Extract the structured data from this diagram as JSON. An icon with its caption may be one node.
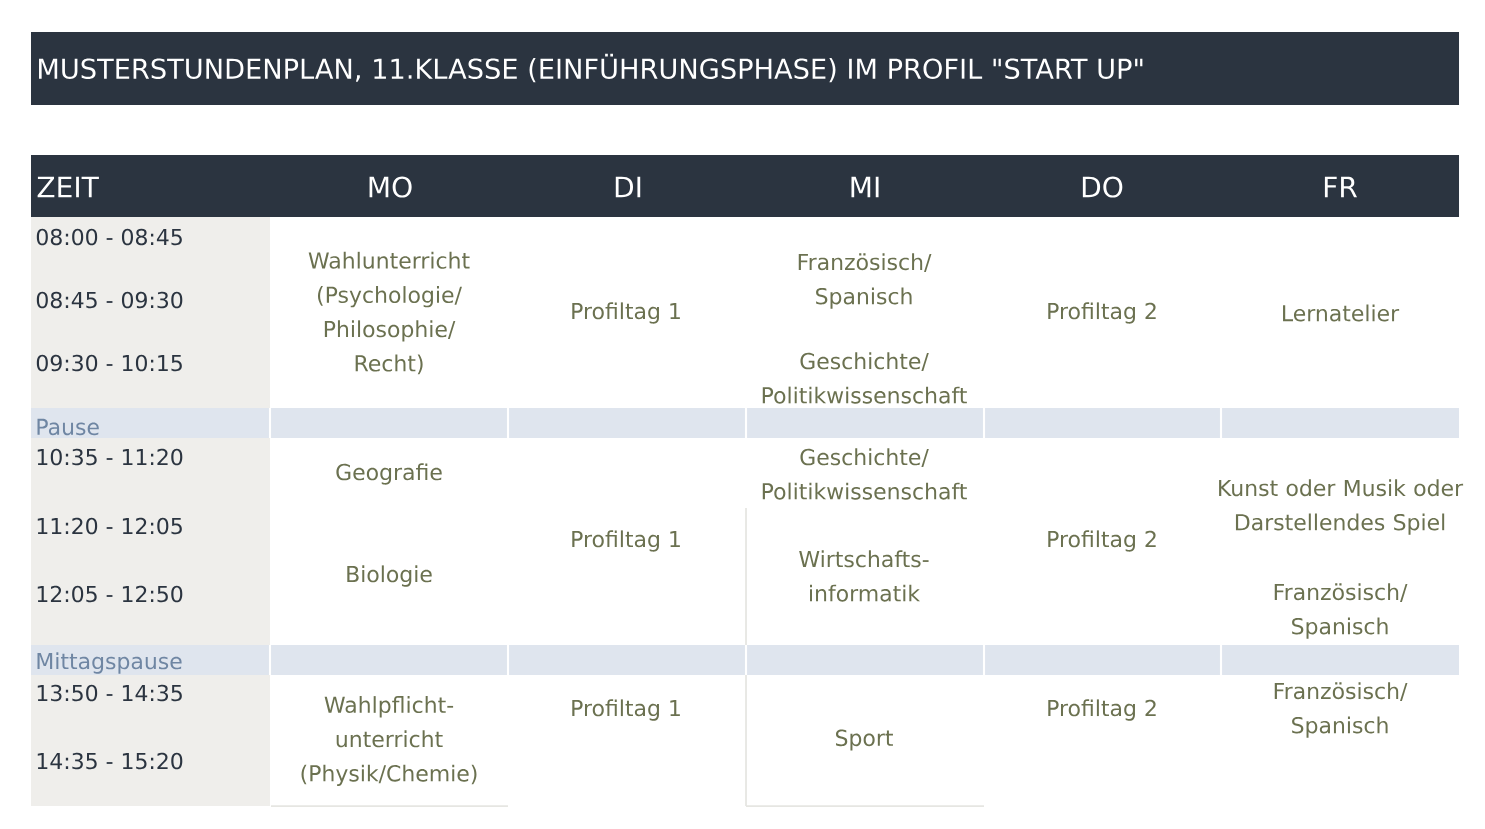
{
  "diagram": {
    "title": "MUSTERSTUNDENPLAN, 11.KLASSE (EINFÜHRUNGSPHASE) IM PROFIL \"START UP\"",
    "labels": [
      "ZEIT",
      "MO",
      "DI",
      "MI",
      "DO",
      "FR",
      "08:00 - 08:45",
      "08:45 - 09:30",
      "09:30 - 10:15",
      "Wahlunterricht (Psychologie/ Philosophie/ Recht)",
      "Profiltag 1",
      "Französisch/ Spanisch",
      "Geschichte/ Politikwissenschaft",
      "Profiltag 2",
      "Lernatelier",
      "Pause",
      "10:35 - 11:20",
      "11:20 - 12:05",
      "12:05 - 12:50",
      "Geografie",
      "Biologie",
      "Profiltag 1",
      "Geschichte/ Politikwissenschaft",
      "Wirtschafts- informatik",
      "Profiltag 2",
      "Kunst oder Musik oder Darstellendes Spiel",
      "Französisch/ Spanisch",
      "Mittagspause",
      "13:50 - 14:35",
      "14:35 - 15:20",
      "Wahlpflicht- unterricht (Physik/Chemie)",
      "Profiltag 1",
      "Sport",
      "Profiltag 2",
      "Französisch/ Spanisch"
    ]
  }
}
